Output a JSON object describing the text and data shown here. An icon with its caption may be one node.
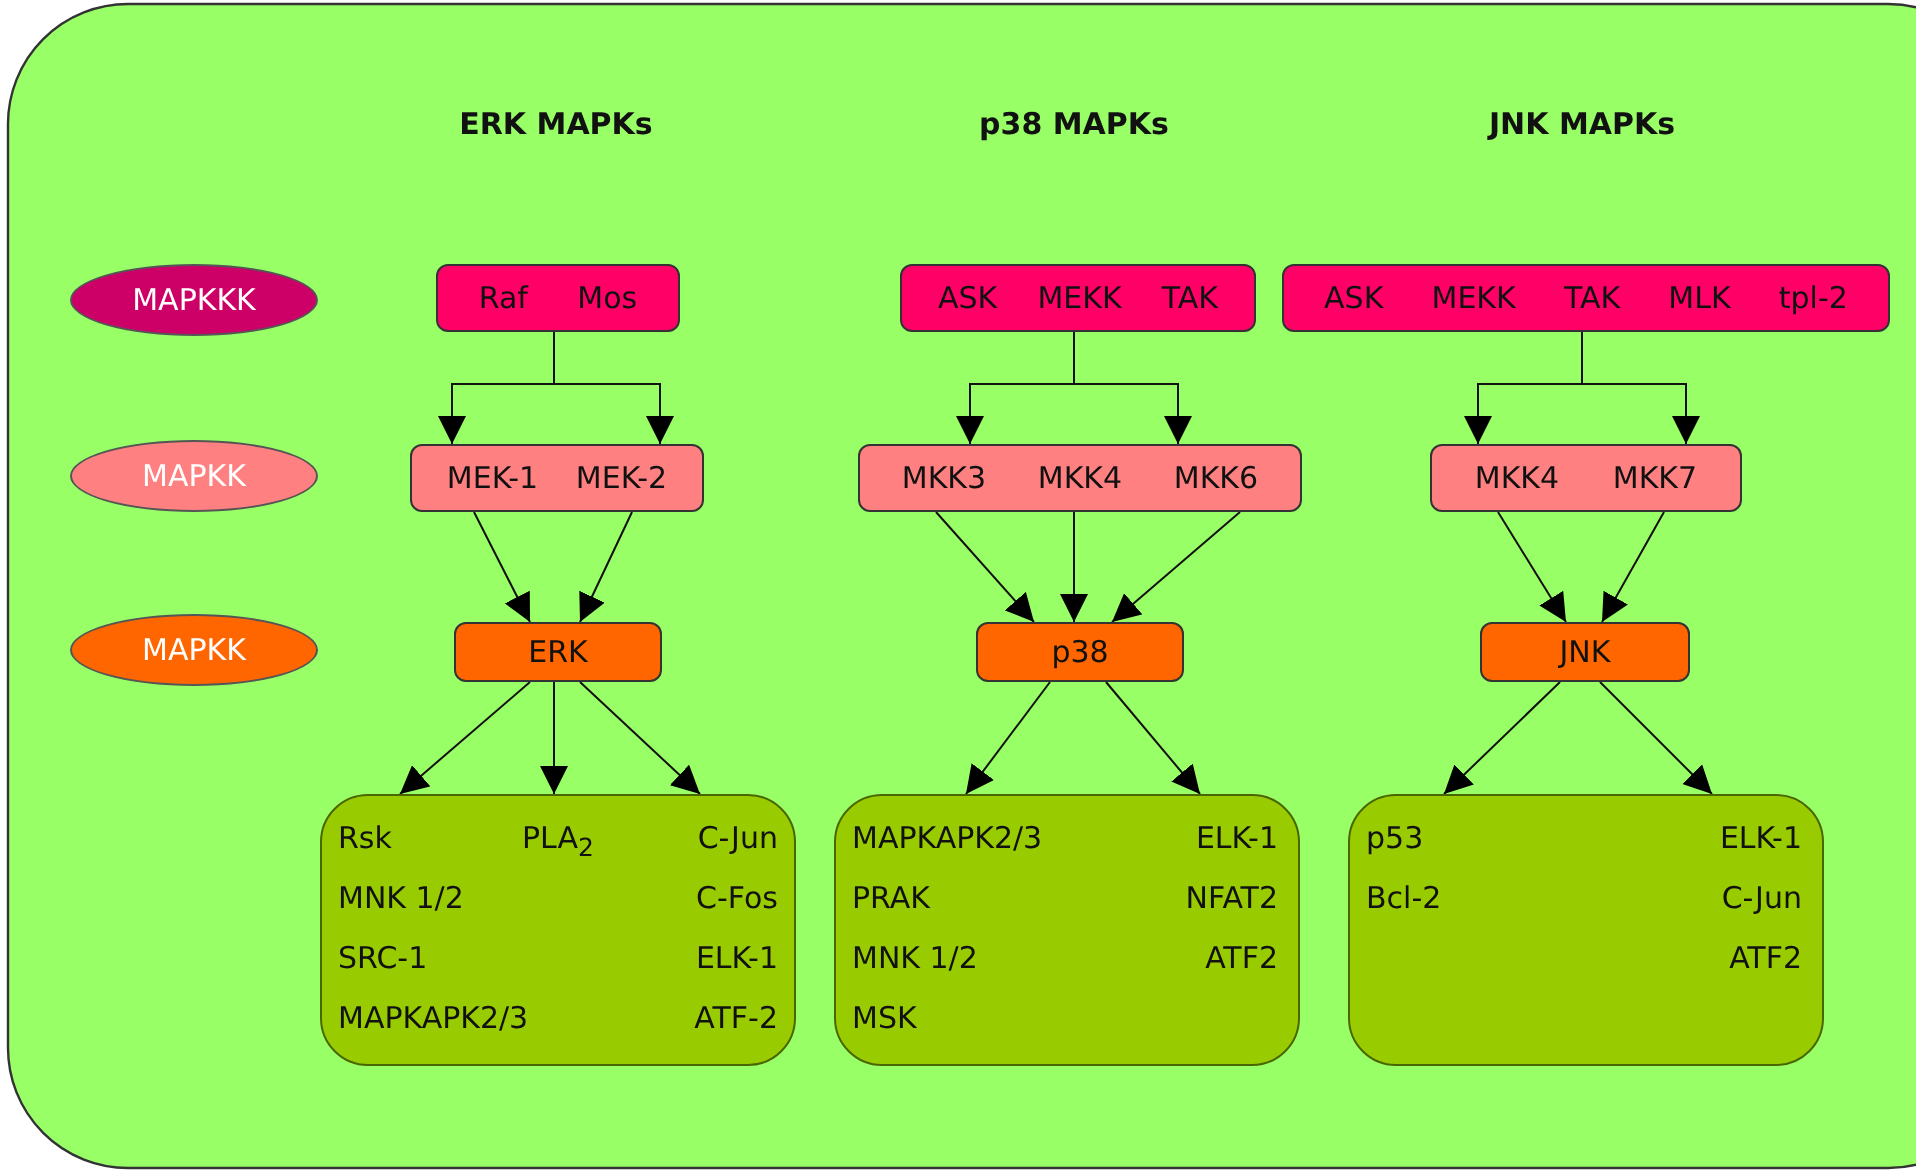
{
  "diagram": {
    "nodes": [
      {
        "text": [
          "MAPKKK"
        ]
      },
      {
        "text": [
          "MAPKK"
        ]
      },
      {
        "text": [
          "MAPKK"
        ]
      },
      {
        "text": [
          "Raf",
          "Mos"
        ]
      },
      {
        "text": [
          "ASK",
          "MEKK",
          "TAK"
        ]
      },
      {
        "text": [
          "ASK",
          "MEKK",
          "TAK",
          "MLK",
          "tpl-2"
        ]
      },
      {
        "text": [
          "MEK-1",
          "MEK-2"
        ]
      },
      {
        "text": [
          "MKK3",
          "MKK4",
          "MKK6"
        ]
      },
      {
        "text": [
          "MKK4",
          "MKK7"
        ]
      },
      {
        "text": [
          "ERK"
        ]
      },
      {
        "text": [
          "p38"
        ]
      },
      {
        "text": [
          "JNK"
        ]
      },
      {
        "text": [
          "Rsk",
          "PLA$_{2}$",
          "C-Jun",
          "MNK 1/2",
          "C-Fos",
          "SRC-1",
          "ELK-1",
          "MAPKAPK2/3",
          "ATF-2"
        ]
      },
      {
        "text": [
          "MAPKAPK2/3",
          "ELK-1",
          "PRAK",
          "NFAT2",
          "MNK 1/2",
          "ATF2",
          "MSK"
        ]
      },
      {
        "text": [
          "p53",
          "ELK-1",
          "Bcl-2",
          "C-Jun",
          "ATF2"
        ]
      }
    ],
    "edges": [
      {
        "from": 3,
        "to": 6,
        "arrow": "to"
      },
      {
        "from": 3,
        "to": 6,
        "arrow": "to"
      },
      {
        "from": 4,
        "to": 7,
        "arrow": "to"
      },
      {
        "from": 4,
        "to": 7,
        "arrow": "to"
      },
      {
        "from": 5,
        "to": 8,
        "arrow": "to"
      },
      {
        "from": 5,
        "to": 8,
        "arrow": "to"
      },
      {
        "from": 6,
        "to": 9,
        "arrow": "to"
      },
      {
        "from": 6,
        "to": 9,
        "arrow": "to"
      },
      {
        "from": 7,
        "to": 10,
        "arrow": "to"
      },
      {
        "from": 7,
        "to": 10,
        "arrow": "to"
      },
      {
        "from": 7,
        "to": 10,
        "arrow": "to"
      },
      {
        "from": 8,
        "to": 11,
        "arrow": "to"
      },
      {
        "from": 8,
        "to": 11,
        "arrow": "to"
      },
      {
        "from": 9,
        "to": 12,
        "arrow": "to"
      },
      {
        "from": 9,
        "to": 12,
        "arrow": "to"
      },
      {
        "from": 9,
        "to": 12,
        "arrow": "to"
      },
      {
        "from": 10,
        "to": 13,
        "arrow": "to"
      },
      {
        "from": 10,
        "to": 13,
        "arrow": "to"
      },
      {
        "from": 11,
        "to": 14,
        "arrow": "to"
      },
      {
        "from": 11,
        "to": 14,
        "arrow": "to"
      }
    ],
    "labels": [
      "ERK MAPKs",
      "p38 MAPKs",
      "JNK MAPKs"
    ]
  }
}
